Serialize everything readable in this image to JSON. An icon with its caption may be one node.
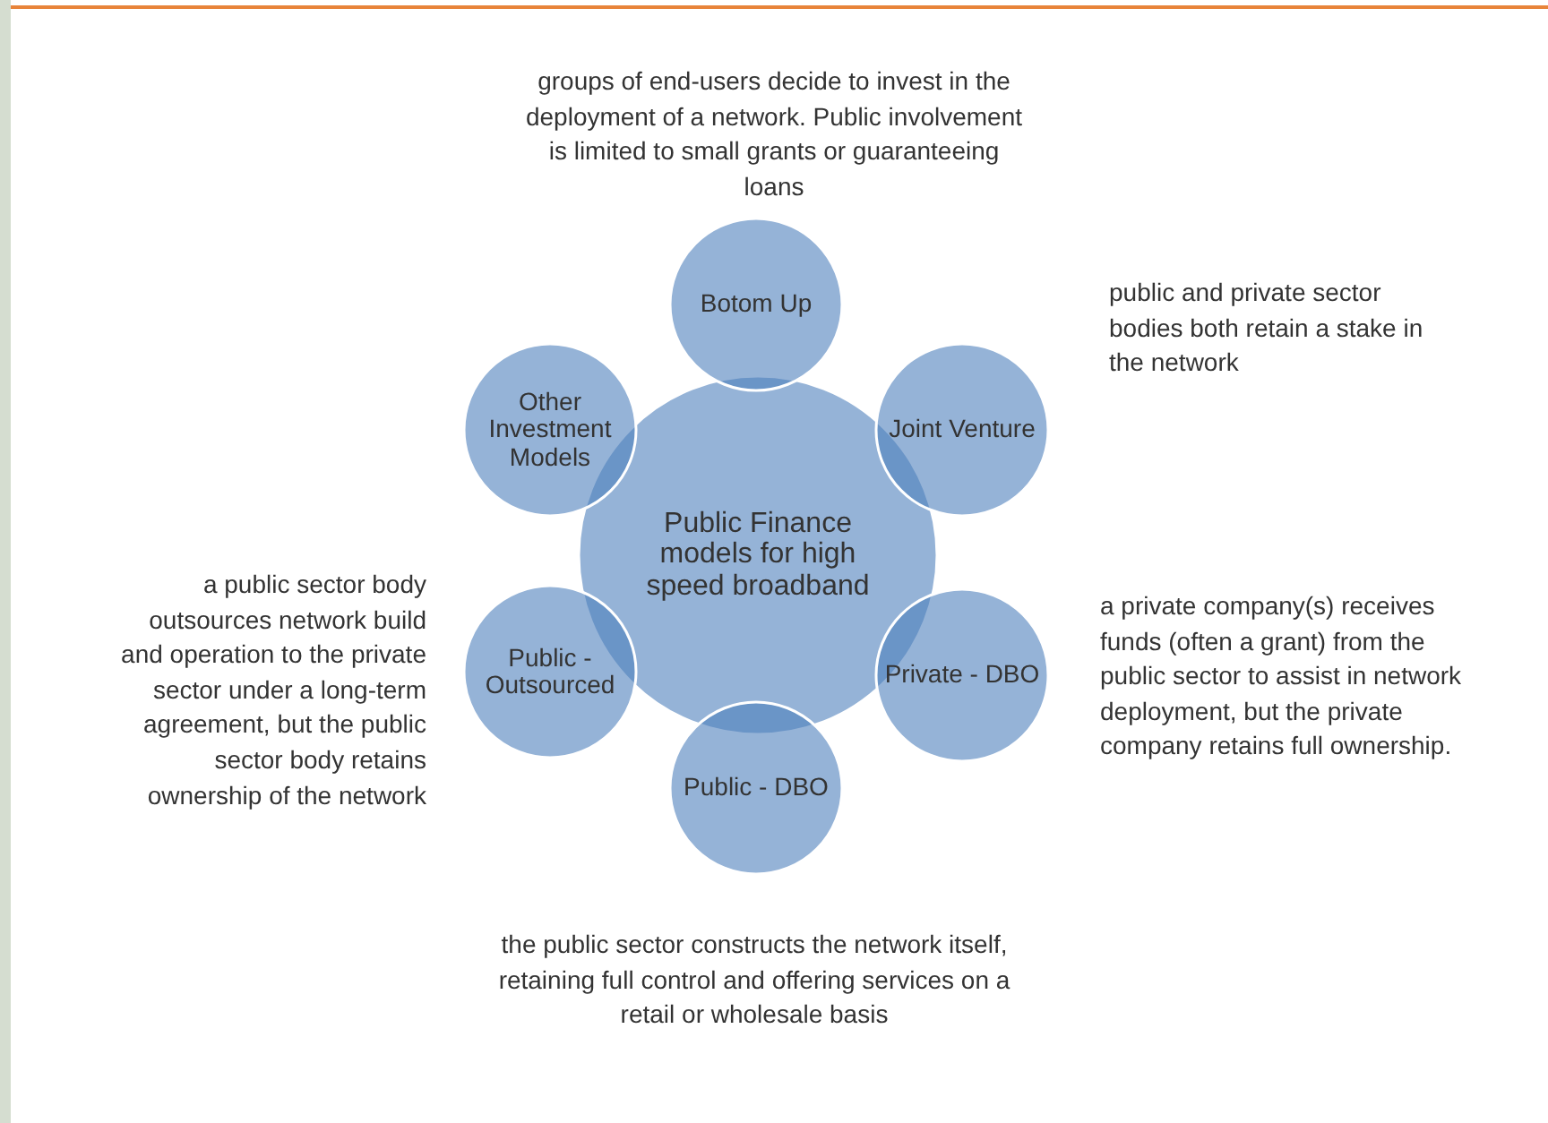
{
  "diagram": {
    "nodes": [
      {
        "text": [
          "Public Finance models for high speed broadband"
        ]
      },
      {
        "text": [
          "Botom Up"
        ],
        "beside": [
          "groups of end-users decide to invest in the deployment of a network. Public involvement is limited to small grants or guaranteeing loans"
        ]
      },
      {
        "text": [
          "Joint Venture"
        ],
        "beside": [
          "public and private sector bodies both retain a stake in the network"
        ]
      },
      {
        "text": [
          "Private - DBO"
        ],
        "beside": [
          "a private company(s) receives funds (often a grant) from the public sector to assist in network deployment, but the private company retains full ownership."
        ]
      },
      {
        "text": [
          "Public - DBO"
        ],
        "beside": [
          "the public sector constructs the network itself, retaining full control and offering services on a retail or wholesale basis"
        ]
      },
      {
        "text": [
          "Public - Outsourced"
        ],
        "beside": [
          "a public sector body outsources network build and operation to the private sector under a long-term agreement, but the public sector body retains ownership of the network"
        ]
      },
      {
        "text": [
          "Other Investment Models"
        ]
      }
    ]
  }
}
